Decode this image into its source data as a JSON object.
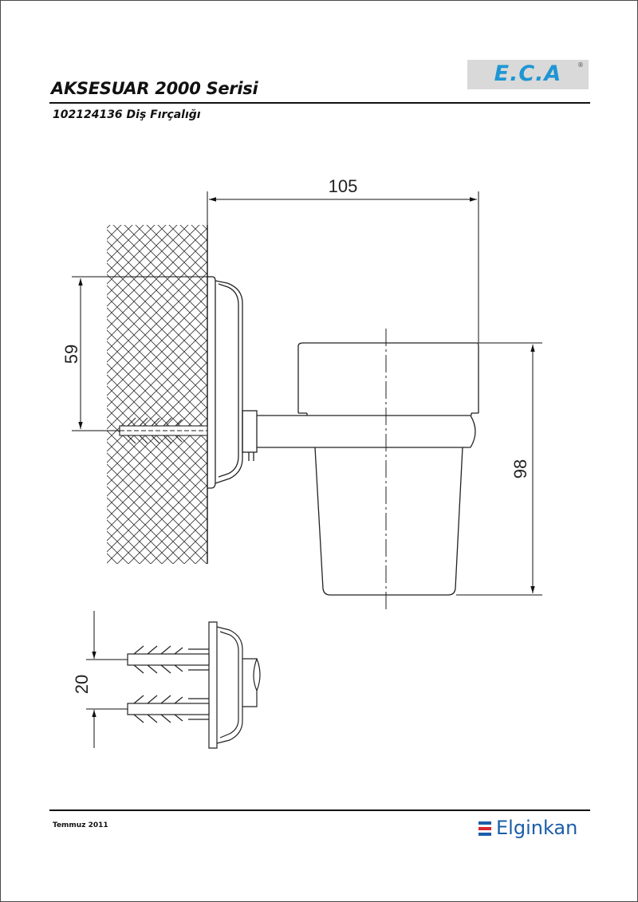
{
  "header": {
    "title": "AKSESUAR 2000 Serisi",
    "subtitle": "102124136 Diş Fırçalığı"
  },
  "logo": {
    "text": "E.C.A",
    "registered": "®",
    "color": "#1e96d3",
    "background": "#d9d9d9"
  },
  "dimensions": {
    "width": "105",
    "plate_height": "59",
    "cup_height": "98",
    "screw_spacing": "20"
  },
  "footer": {
    "date": "Temmuz 2011",
    "brand": "Elginkan",
    "brand_colors": [
      "#1b5ea8",
      "#d8262d",
      "#1b5ea8"
    ]
  }
}
